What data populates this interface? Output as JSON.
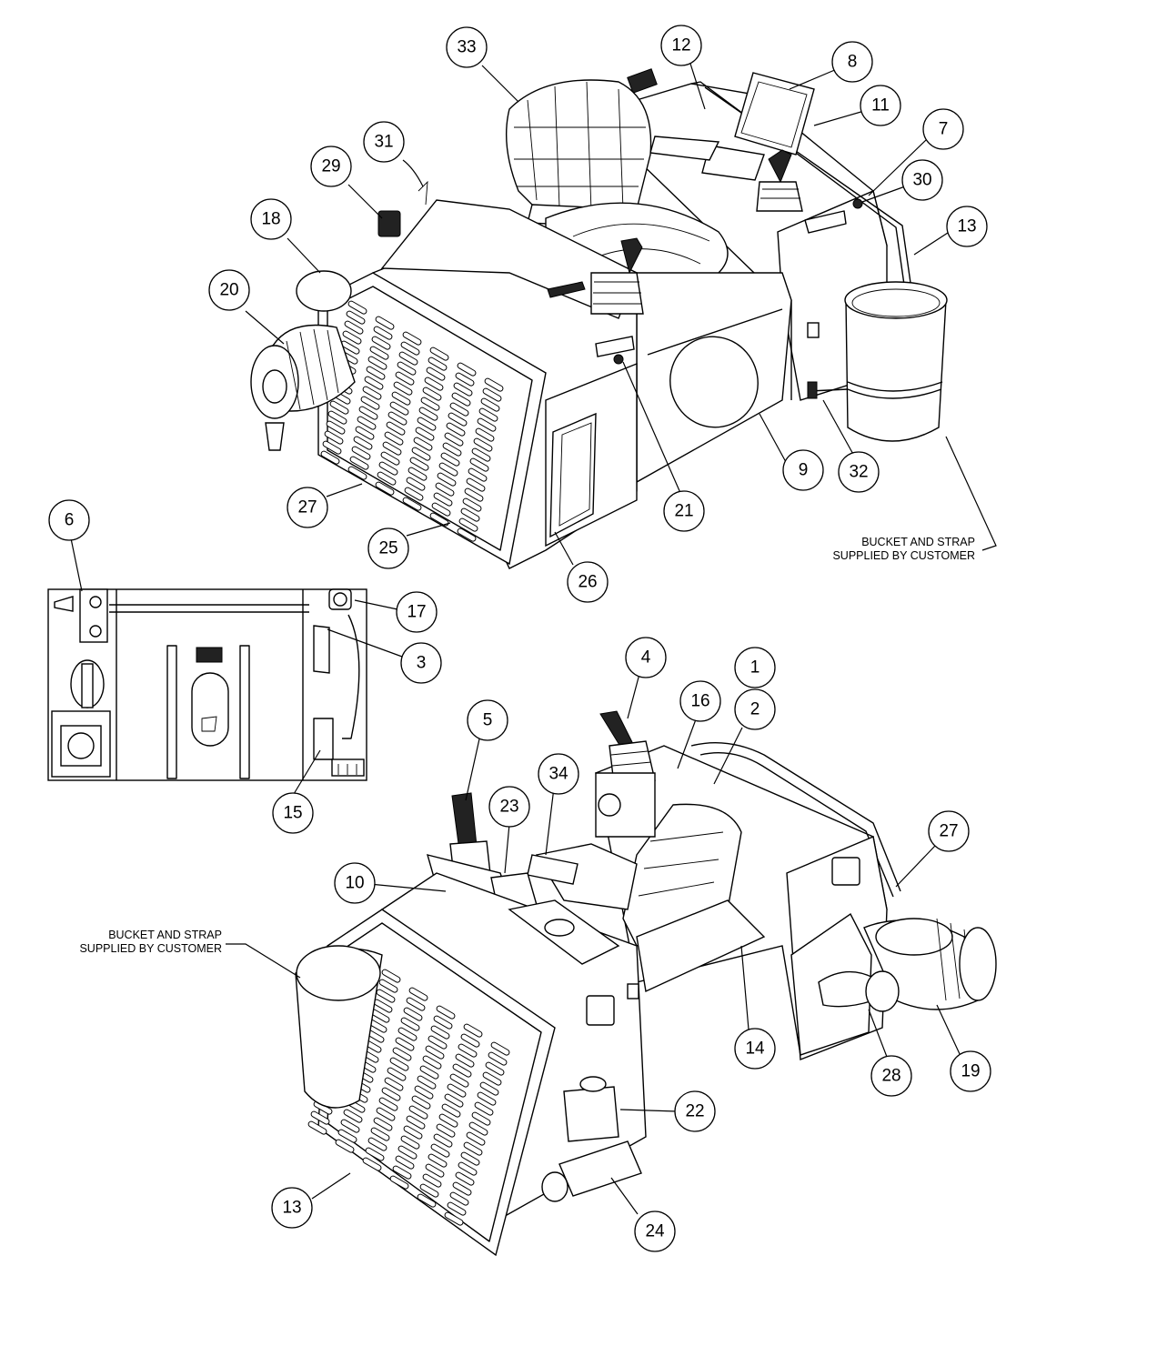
{
  "callouts": [
    {
      "id": "c33",
      "label": "33"
    },
    {
      "id": "c12",
      "label": "12"
    },
    {
      "id": "c8",
      "label": "8"
    },
    {
      "id": "c11",
      "label": "11"
    },
    {
      "id": "c7",
      "label": "7"
    },
    {
      "id": "c30",
      "label": "30"
    },
    {
      "id": "c13a",
      "label": "13"
    },
    {
      "id": "c31",
      "label": "31"
    },
    {
      "id": "c29",
      "label": "29"
    },
    {
      "id": "c18",
      "label": "18"
    },
    {
      "id": "c20",
      "label": "20"
    },
    {
      "id": "c9",
      "label": "9"
    },
    {
      "id": "c32",
      "label": "32"
    },
    {
      "id": "c21",
      "label": "21"
    },
    {
      "id": "c27a",
      "label": "27"
    },
    {
      "id": "c25",
      "label": "25"
    },
    {
      "id": "c26",
      "label": "26"
    },
    {
      "id": "c6",
      "label": "6"
    },
    {
      "id": "c17",
      "label": "17"
    },
    {
      "id": "c3",
      "label": "3"
    },
    {
      "id": "c15",
      "label": "15"
    },
    {
      "id": "c4",
      "label": "4"
    },
    {
      "id": "c1",
      "label": "1"
    },
    {
      "id": "c16",
      "label": "16"
    },
    {
      "id": "c2",
      "label": "2"
    },
    {
      "id": "c5",
      "label": "5"
    },
    {
      "id": "c34",
      "label": "34"
    },
    {
      "id": "c23",
      "label": "23"
    },
    {
      "id": "c27b",
      "label": "27"
    },
    {
      "id": "c10",
      "label": "10"
    },
    {
      "id": "c14",
      "label": "14"
    },
    {
      "id": "c28",
      "label": "28"
    },
    {
      "id": "c19",
      "label": "19"
    },
    {
      "id": "c22",
      "label": "22"
    },
    {
      "id": "c13b",
      "label": "13"
    },
    {
      "id": "c24",
      "label": "24"
    }
  ],
  "notes": {
    "top": {
      "line1": "BUCKET AND STRAP",
      "line2": "SUPPLIED BY CUSTOMER"
    },
    "bottom": {
      "line1": "BUCKET AND STRAP",
      "line2": "SUPPLIED BY CUSTOMER"
    }
  }
}
